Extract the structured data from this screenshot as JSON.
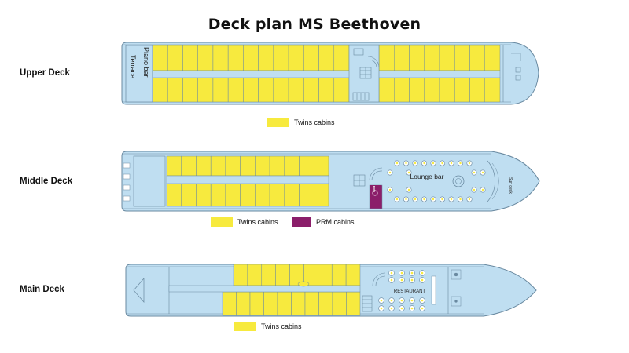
{
  "title": "Deck plan MS Beethoven",
  "decks": {
    "upper": {
      "label": "Upper Deck",
      "piano_bar": "Piano bar",
      "terrace": "Terrace"
    },
    "middle": {
      "label": "Middle Deck",
      "lounge": "Lounge bar",
      "bow_text": "Sun deck"
    },
    "main": {
      "label": "Main Deck",
      "restaurant": "RESTAURANT"
    }
  },
  "legends": {
    "upper": {
      "label": "Twins cabins"
    },
    "middle": [
      {
        "label": "Twins cabins"
      },
      {
        "label": "PRM cabins"
      }
    ],
    "main": {
      "label": "Twins cabins"
    }
  },
  "colors": {
    "hull": "#bfdef1",
    "outline": "#6a8aa1",
    "twin": "#f7ea3e",
    "prm": "#8b1e6a",
    "furniture": "#ffffff"
  },
  "icons": {
    "wheelchair": "wheelchair-icon",
    "stairs": "staircase-icon",
    "piano": "piano-icon"
  }
}
